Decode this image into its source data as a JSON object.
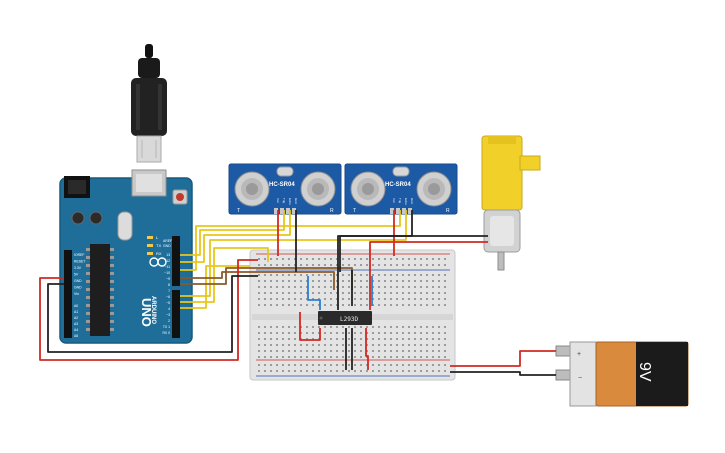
{
  "arduino": {
    "brand": "ARDUINO",
    "model": "UNO",
    "header_aref": "AREF",
    "header_gnd": "GND",
    "pin_labels_digital": [
      "13",
      "12",
      "~11",
      "~10",
      "~9",
      "8",
      "7",
      "~6",
      "~5",
      "4",
      "~3",
      "2",
      "TX 1",
      "RX 0"
    ],
    "pin_labels_power": [
      "IOREF",
      "RESET",
      "3.3V",
      "5V",
      "GND",
      "GND",
      "Vin"
    ],
    "pin_labels_analog": [
      "A0",
      "A1",
      "A2",
      "A3",
      "A4",
      "A5"
    ],
    "led_l": "L",
    "led_tx": "TX",
    "led_rx": "RX"
  },
  "sensors": [
    {
      "label": "HC-SR04",
      "pins": [
        "Vcc",
        "Trig",
        "Echo",
        "Gnd"
      ],
      "mark_left": "T",
      "mark_right": "R"
    },
    {
      "label": "HC-SR04",
      "pins": [
        "Vcc",
        "Trig",
        "Echo",
        "Gnd"
      ],
      "mark_left": "T",
      "mark_right": "R"
    }
  ],
  "driver_chip": {
    "label": "L293D"
  },
  "battery": {
    "label": "9V",
    "plus": "+",
    "minus": "−"
  },
  "colors": {
    "arduino_board": "#1f6e9a",
    "breadboard": "#e4e4e4",
    "sensor_board": "#1d5aa6",
    "motor": "#f2d02a",
    "battery_body": "#d98a3c",
    "wire_red": "#d12a22",
    "wire_black": "#222222",
    "wire_yellow": "#e8c71c",
    "wire_blue": "#2a7fcf",
    "wire_brown": "#8a5a2b"
  }
}
